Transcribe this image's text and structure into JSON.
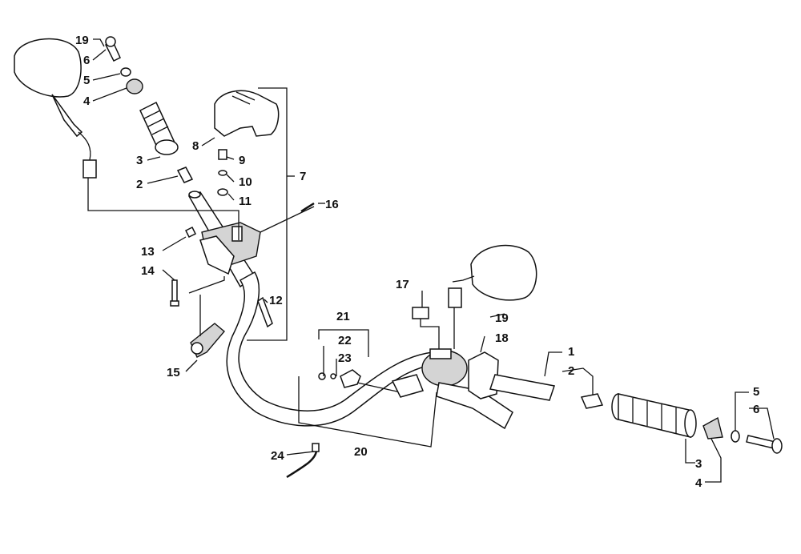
{
  "diagram": {
    "callouts": [
      {
        "id": "c19a",
        "text": "19"
      },
      {
        "id": "c6a",
        "text": "6"
      },
      {
        "id": "c5a",
        "text": "5"
      },
      {
        "id": "c4a",
        "text": "4"
      },
      {
        "id": "c3a",
        "text": "3"
      },
      {
        "id": "c2a",
        "text": "2"
      },
      {
        "id": "c8",
        "text": "8"
      },
      {
        "id": "c9",
        "text": "9"
      },
      {
        "id": "c10",
        "text": "10"
      },
      {
        "id": "c11",
        "text": "11"
      },
      {
        "id": "c7",
        "text": "7"
      },
      {
        "id": "c16",
        "text": "16"
      },
      {
        "id": "c13",
        "text": "13"
      },
      {
        "id": "c14",
        "text": "14"
      },
      {
        "id": "c12",
        "text": "12"
      },
      {
        "id": "c15",
        "text": "15"
      },
      {
        "id": "c21",
        "text": "21"
      },
      {
        "id": "c22",
        "text": "22"
      },
      {
        "id": "c23",
        "text": "23"
      },
      {
        "id": "c17",
        "text": "17"
      },
      {
        "id": "c19b",
        "text": "19"
      },
      {
        "id": "c18",
        "text": "18"
      },
      {
        "id": "c1",
        "text": "1"
      },
      {
        "id": "c2b",
        "text": "2"
      },
      {
        "id": "c5b",
        "text": "5"
      },
      {
        "id": "c6b",
        "text": "6"
      },
      {
        "id": "c3b",
        "text": "3"
      },
      {
        "id": "c4b",
        "text": "4"
      },
      {
        "id": "c20",
        "text": "20"
      },
      {
        "id": "c24",
        "text": "24"
      }
    ]
  }
}
